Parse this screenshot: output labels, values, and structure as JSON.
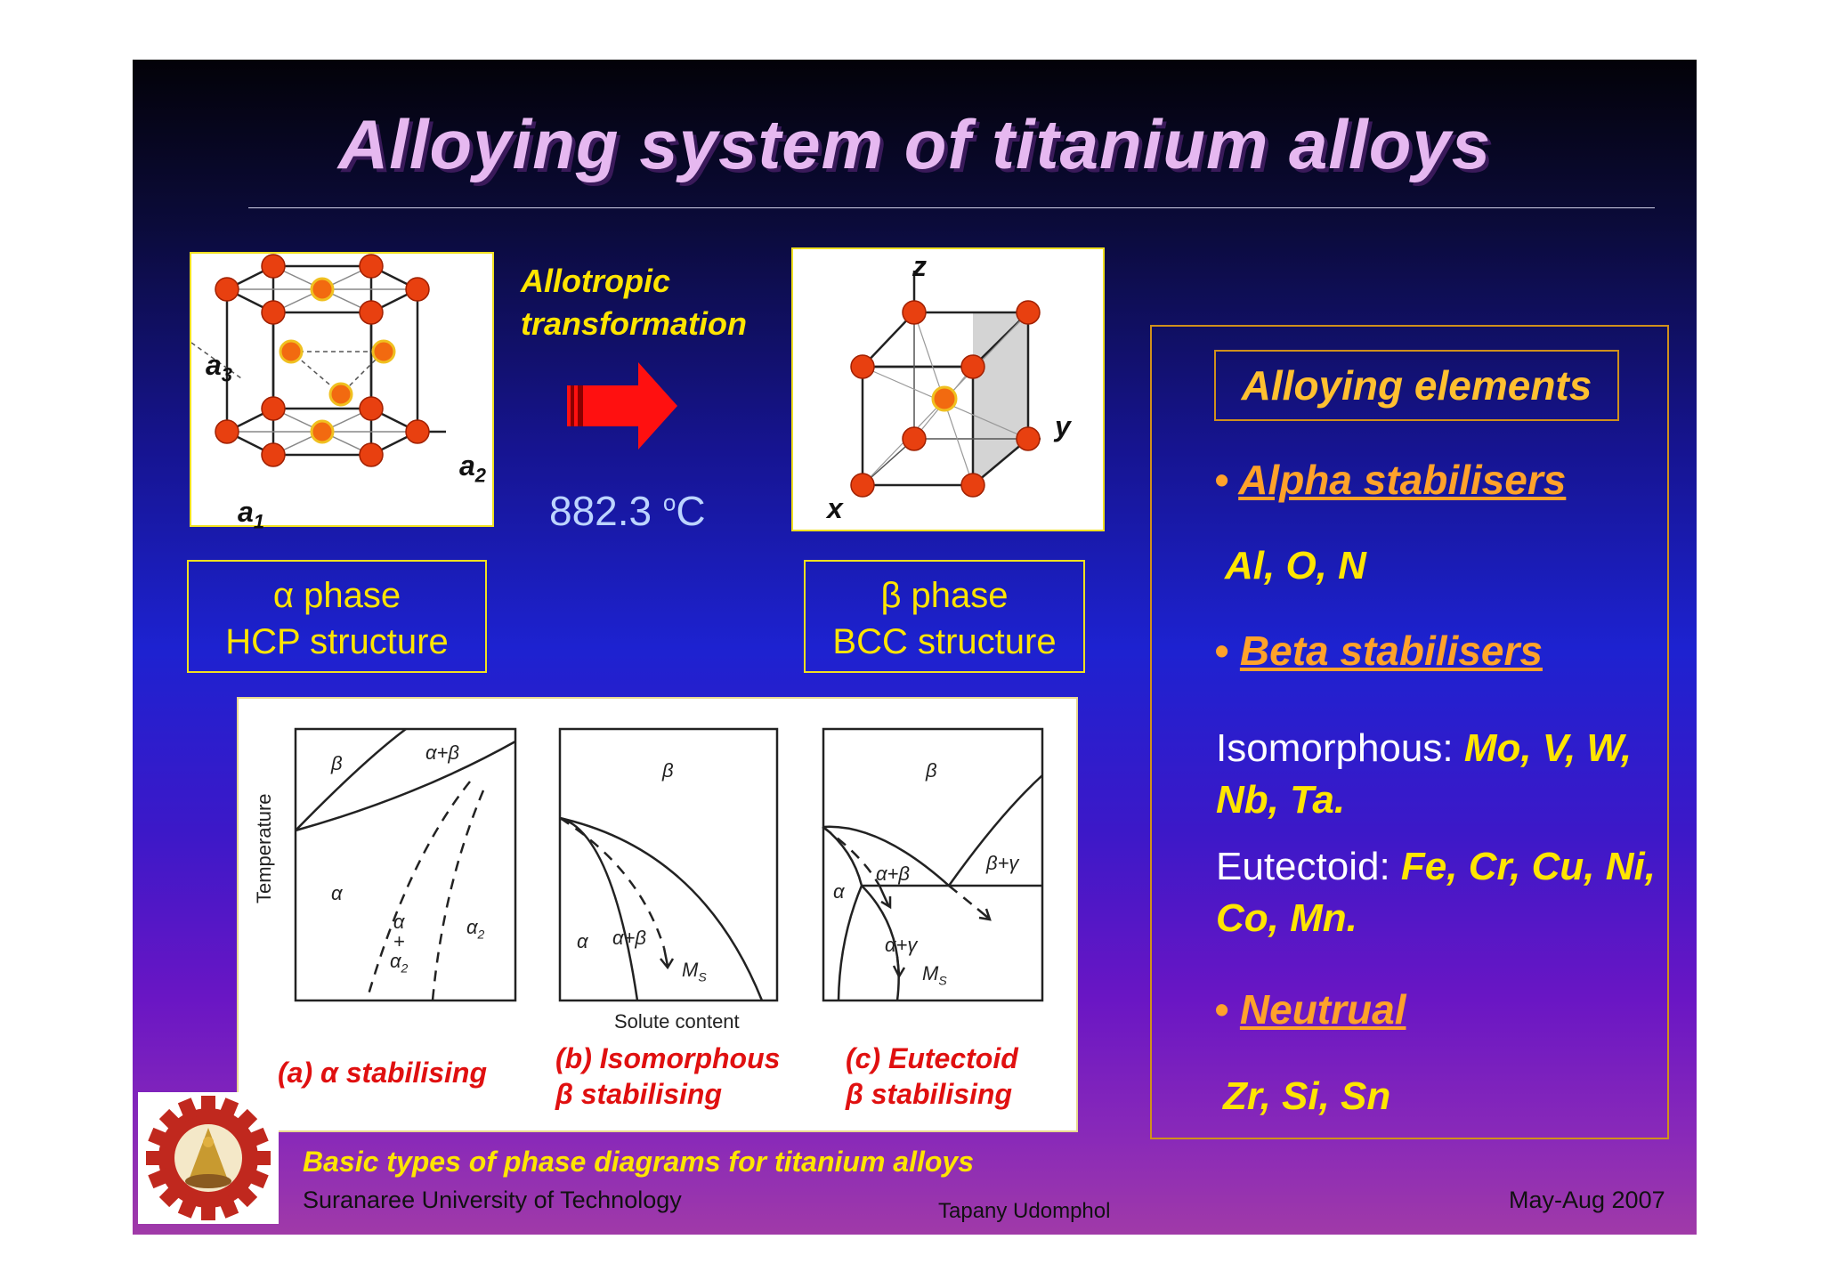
{
  "title": "Alloying system of titanium alloys",
  "hcp_labels": {
    "a3": "a",
    "a3_sub": "3",
    "a2": "a",
    "a2_sub": "2",
    "a1": "a",
    "a1_sub": "1"
  },
  "transformation": {
    "line1": "Allotropic",
    "line2": "transformation",
    "temp_value": "882.3 ",
    "temp_sup": "o",
    "temp_unit": "C"
  },
  "bcc_labels": {
    "z": "z",
    "y": "y",
    "x": "x"
  },
  "alpha_box": {
    "line1": "α phase",
    "line2": "HCP structure"
  },
  "beta_box": {
    "line1": "β phase",
    "line2": "BCC structure"
  },
  "diagrams": {
    "ylabel": "Temperature",
    "xlabel": "Solute content",
    "a": {
      "beta": "β",
      "alpha_beta": "α+β",
      "alpha": "α",
      "alpha_alpha2_1": "α",
      "alpha_alpha2_2": "+",
      "alpha_alpha2_3": "α",
      "alpha_alpha2_sub": "2",
      "alpha2": "α",
      "alpha2_sub": "2"
    },
    "b": {
      "beta": "β",
      "alpha": "α",
      "alpha_beta": "α+β",
      "ms": "M",
      "ms_sub": "S"
    },
    "c": {
      "beta": "β",
      "alpha_beta": "α+β",
      "beta_gamma": "β+γ",
      "alpha": "α",
      "alpha_gamma": "α+γ",
      "ms": "M",
      "ms_sub": "S"
    }
  },
  "captions": {
    "a": "(a) α stabilising",
    "b1": "(b) Isomorphous",
    "b2": "β stabilising",
    "c1": "(c) Eutectoid",
    "c2": "β stabilising"
  },
  "panel": {
    "header": "Alloying elements",
    "alpha_title": "Alpha stabilisers",
    "alpha_elements": "Al, O, N",
    "beta_title": "Beta stabilisers",
    "iso_label": "Isomorphous: ",
    "iso_elements": "Mo, V, W, Nb, Ta.",
    "eut_label": "Eutectoid: ",
    "eut_elements": "Fe, Cr, Cu, Ni, Co, Mn.",
    "neutral_title": "Neutrual",
    "neutral_elements": "Zr, Si, Sn",
    "bullet": "•"
  },
  "figure_caption": "Basic types of phase diagrams for titanium alloys",
  "footer": {
    "university": "Suranaree University of Technology",
    "author": "Tapany  Udomphol",
    "date": "May-Aug   2007"
  },
  "colors": {
    "accent_yellow": "#ffe500",
    "caption_red": "#e01010",
    "heading_orange": "#ffa22a"
  }
}
